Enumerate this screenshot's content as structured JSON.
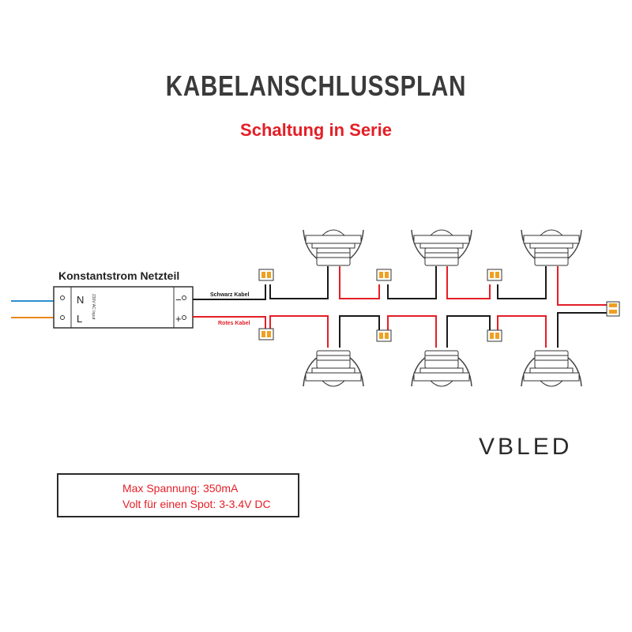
{
  "title": "KABELANSCHLUSSPLAN",
  "subtitle": "Schaltung in Serie",
  "power_supply": {
    "heading": "Konstantstrom Netzteil",
    "terminal_n": "N",
    "terminal_l": "L",
    "terminal_minus": "−",
    "terminal_plus": "+",
    "input_rating": "230V AC Input"
  },
  "cables": {
    "black_label": "Schwarz Kabel",
    "red_label": "Rotes Kabel"
  },
  "brand": "VBLED",
  "warning": {
    "line1": "Max Spannung: 350mA",
    "line2": "Volt für einen Spot: 3-3.4V DC"
  },
  "colors": {
    "red": "#e41e26",
    "black": "#1a1a1a",
    "blue_wire": "#2f8fd0",
    "orange_wire": "#e8891a",
    "connector": "#f0a020"
  }
}
